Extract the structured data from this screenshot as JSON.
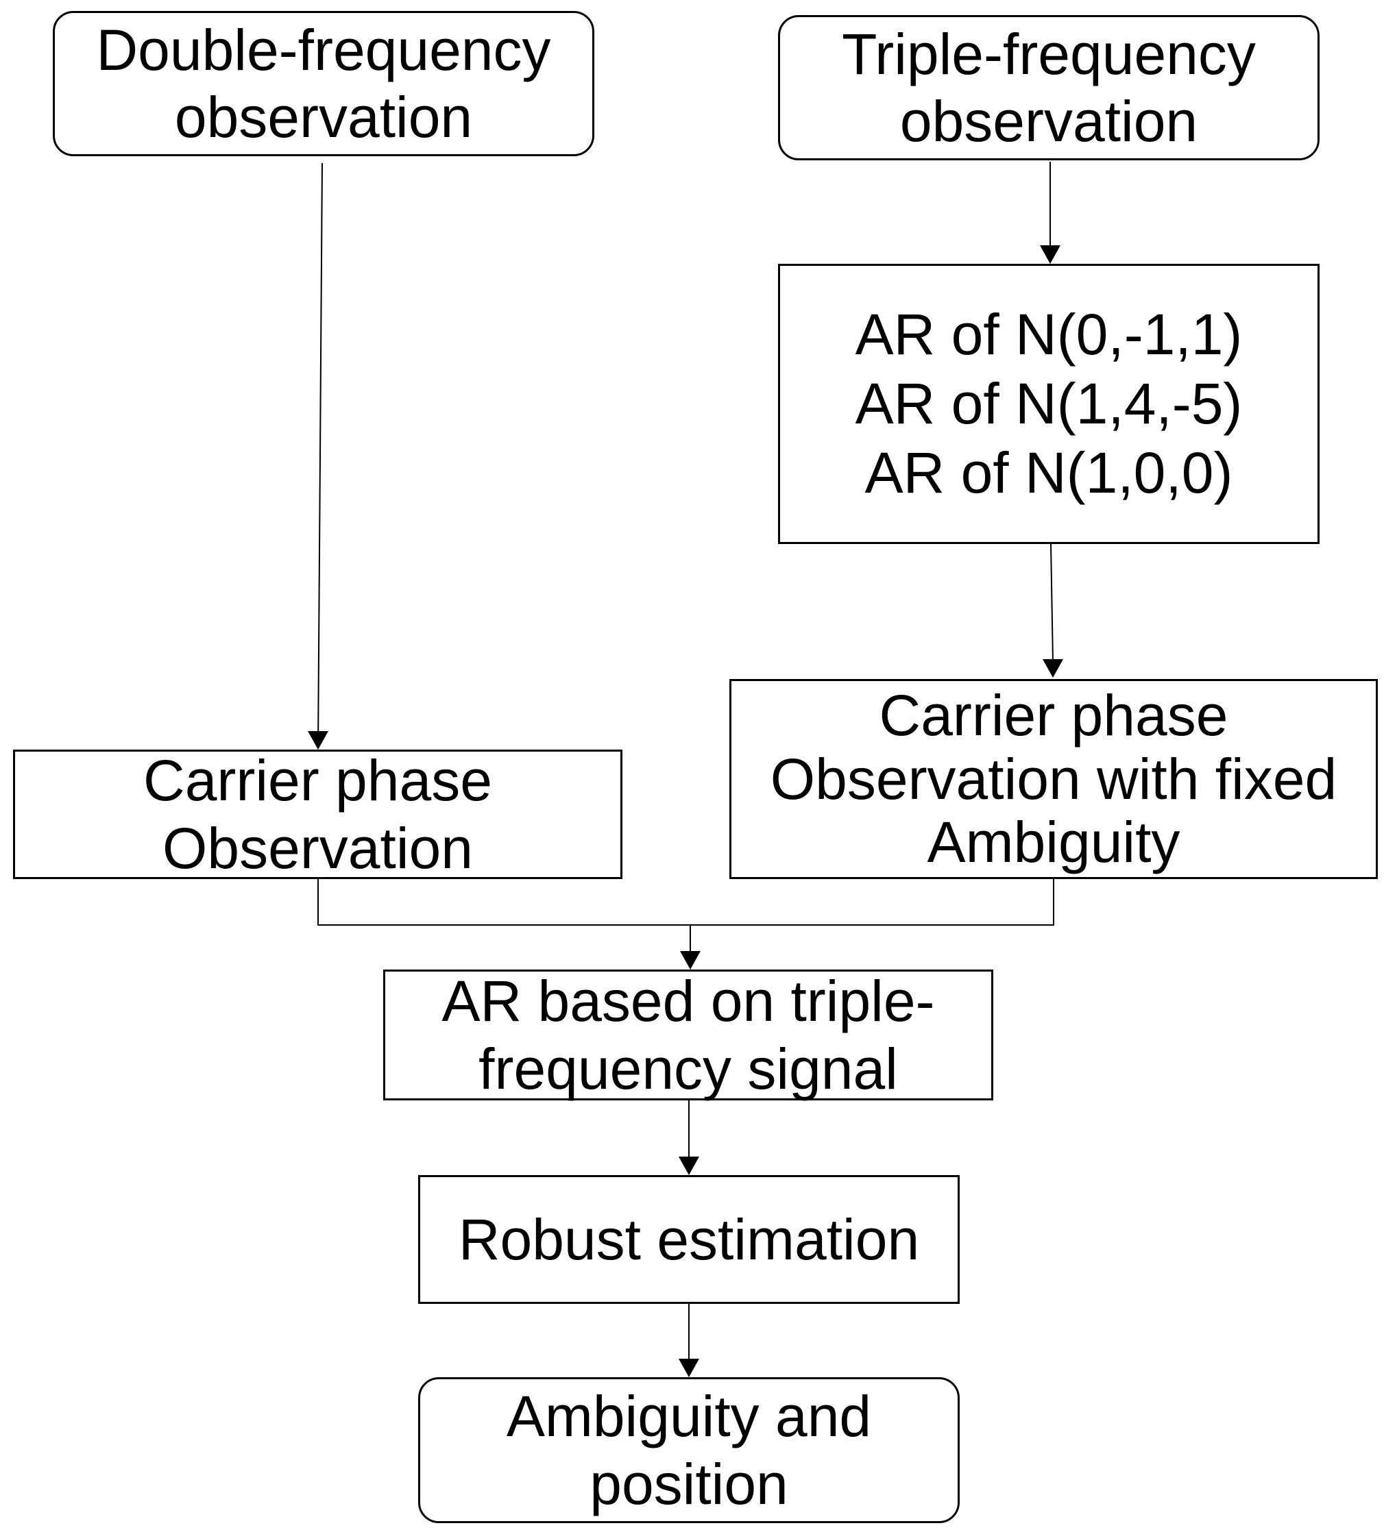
{
  "nodes": {
    "double_freq": {
      "lines": [
        "Double-frequency",
        "observation"
      ]
    },
    "triple_freq": {
      "lines": [
        "Triple-frequency",
        "observation"
      ]
    },
    "ar_combos": {
      "lines": [
        "AR of N(0,-1,1)",
        "AR of N(1,4,-5)",
        "AR of N(1,0,0)"
      ]
    },
    "carrier_phase": {
      "lines": [
        "Carrier phase",
        "Observation"
      ]
    },
    "carrier_phase_fixed": {
      "lines": [
        "Carrier phase",
        "Observation with fixed",
        "Ambiguity"
      ]
    },
    "ar_triple": {
      "lines": [
        "AR based on triple-",
        "frequency signal"
      ]
    },
    "robust": {
      "lines": [
        "Robust estimation"
      ]
    },
    "result": {
      "lines": [
        "Ambiguity and",
        "position"
      ]
    }
  }
}
